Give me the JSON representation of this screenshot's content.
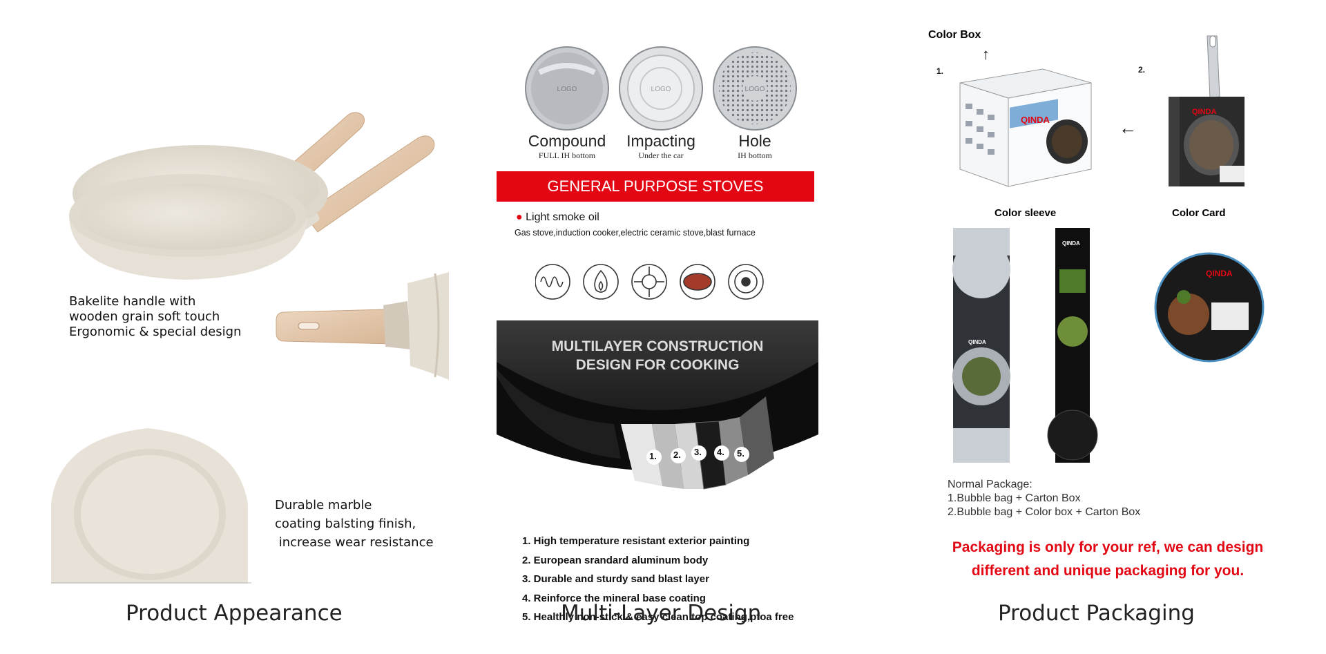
{
  "appearance": {
    "caption": "Product Appearance",
    "handle_features": [
      "Bakelite handle with",
      "wooden grain soft touch",
      "Ergonomic & special design"
    ],
    "coating_features": [
      "Durable marble",
      "coating balsting finish,",
      " increase wear resistance"
    ]
  },
  "design": {
    "caption": "Multi-Layer Design",
    "disks": [
      {
        "title": "Compound",
        "sub": "FULL IH bottom",
        "logo": "LOGO"
      },
      {
        "title": "Impacting",
        "sub": "Under the car",
        "logo": "LOGO"
      },
      {
        "title": "Hole",
        "sub": "IH bottom",
        "logo": "LOGO"
      }
    ],
    "banner": "GENERAL PURPOSE STOVES",
    "oil_note": "Light smoke oil",
    "stoves_note": "Gas stove,induction cooker,electric ceramic stove,blast furnace",
    "stove_icons": [
      "induction-coil-icon",
      "flame-icon",
      "gas-burner-icon",
      "ceramic-hob-icon",
      "hot-plate-icon"
    ],
    "layer_heading": [
      "MULTILAYER CONSTRUCTION",
      "DESIGN FOR COOKING"
    ],
    "layer_numbers": [
      "1.",
      "2.",
      "3.",
      "4.",
      "5."
    ],
    "layers": [
      "1. High temperature resistant exterior painting",
      "2. European srandard aluminum body",
      "3. Durable and sturdy sand blast layer",
      "4. Reinforce the mineral base coating",
      "5. Healthly non-stick & easy clean top coating,pfoa free"
    ]
  },
  "packaging": {
    "caption": "Product Packaging",
    "color_box": "Color Box",
    "num1": "1.",
    "num2": "2.",
    "color_sleeve": "Color sleeve",
    "color_card": "Color Card",
    "brand": "QINDA",
    "normal_title": "Normal Package:",
    "normal_items": [
      "1.Bubble bag + Carton Box",
      "2.Bubble bag + Color box + Carton Box"
    ],
    "note": [
      "Packaging is only for your ref, we can design",
      "different and unique packaging for you."
    ]
  },
  "colors": {
    "accent_red": "#e30613",
    "pan_cream": "#e9e3d9",
    "handle_wood": "#e3c7ad"
  }
}
